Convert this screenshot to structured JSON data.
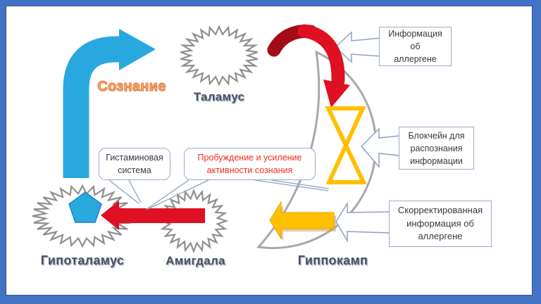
{
  "diagram": {
    "region_labels": {
      "consciousness": "Сознание",
      "thalamus": "Таламус",
      "hypothalamus": "Гипоталамус",
      "amygdala": "Амигдала",
      "hippocampus": "Гиппокамп"
    },
    "callouts": {
      "allergen_info": "Информация\nоб\nаллергене",
      "blockchain": "Блокчейн для\nраспознания\nинформации",
      "corrected_info": "Скорректированная\nинформация об\nаллергене",
      "histamine_system": "Гистаминовая\nсистема",
      "awakening": "Пробуждение и усиление\nактивности сознания"
    },
    "colors": {
      "frame_blue": "#4472C4",
      "frame_line": "#2F528F",
      "arrow_blue": "#29A8E0",
      "arrow_red_bright": "#DE1021",
      "arrow_red_dark": "#A10C16",
      "arrow_yellow": "#FFC000",
      "hourglass_yellow": "#FFC000",
      "starburst_gray": "#8F8F8F",
      "crescent_gray": "#A8A8A8",
      "label_navy": "#475169",
      "consciousness_orange": "#ED7D31",
      "callout_border": "#9BAAC7",
      "awakening_text_red": "#EE2C1E"
    }
  }
}
